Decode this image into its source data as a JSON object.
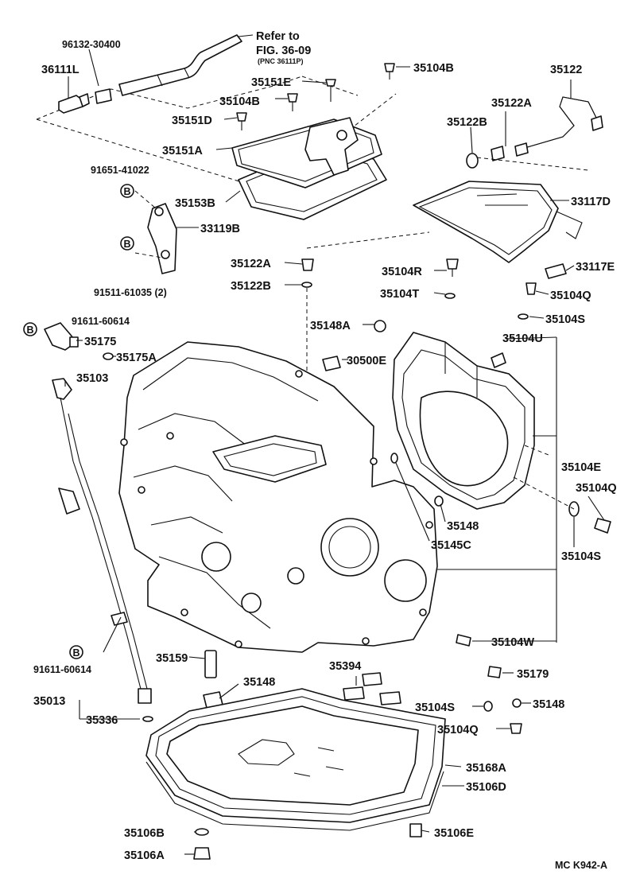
{
  "refer": {
    "line1": "Refer to",
    "line2": "FIG. 36-09",
    "line3": "(PNC 36111P)"
  },
  "catalog_code": "MC K942-A",
  "labels": {
    "p96132_30400": "96132-30400",
    "p36111L": "36111L",
    "p35104B_top": "35104B",
    "p35122": "35122",
    "p35151E": "35151E",
    "p35104B": "35104B",
    "p35122A_top": "35122A",
    "p35151D": "35151D",
    "p35122B_top": "35122B",
    "p35151A": "35151A",
    "p91651_41022": "91651-41022",
    "p33117D": "33117D",
    "p35153B": "35153B",
    "p33119B": "33119B",
    "p91511_61035": "91511-61035 (2)",
    "p35122A": "35122A",
    "p35104R": "35104R",
    "p33117E": "33117E",
    "p35122B": "35122B",
    "p35104T": "35104T",
    "p35104Q_top": "35104Q",
    "p91611_60614_top": "91611-60614",
    "p35104S_top": "35104S",
    "p35148A": "35148A",
    "p35175": "35175",
    "p35104U": "35104U",
    "p35175A": "35175A",
    "p30500E": "30500E",
    "p35103": "35103",
    "p35104E": "35104E",
    "p35104Q_mid": "35104Q",
    "p35148_mid": "35148",
    "p35145C": "35145C",
    "p35104S_mid": "35104S",
    "p35104W": "35104W",
    "p91611_60614_bot": "91611-60614",
    "p35159": "35159",
    "p35394": "35394",
    "p35179": "35179",
    "p35013": "35013",
    "p35148_bot": "35148",
    "p35148_right": "35148",
    "p35336": "35336",
    "p35104S_bot": "35104S",
    "p35104Q_bot": "35104Q",
    "p35168A": "35168A",
    "p35106D": "35106D",
    "p35106B": "35106B",
    "p35106E": "35106E",
    "p35106A": "35106A"
  },
  "badges": {
    "b1": "B",
    "b2": "B",
    "b3": "B",
    "b4": "B"
  }
}
